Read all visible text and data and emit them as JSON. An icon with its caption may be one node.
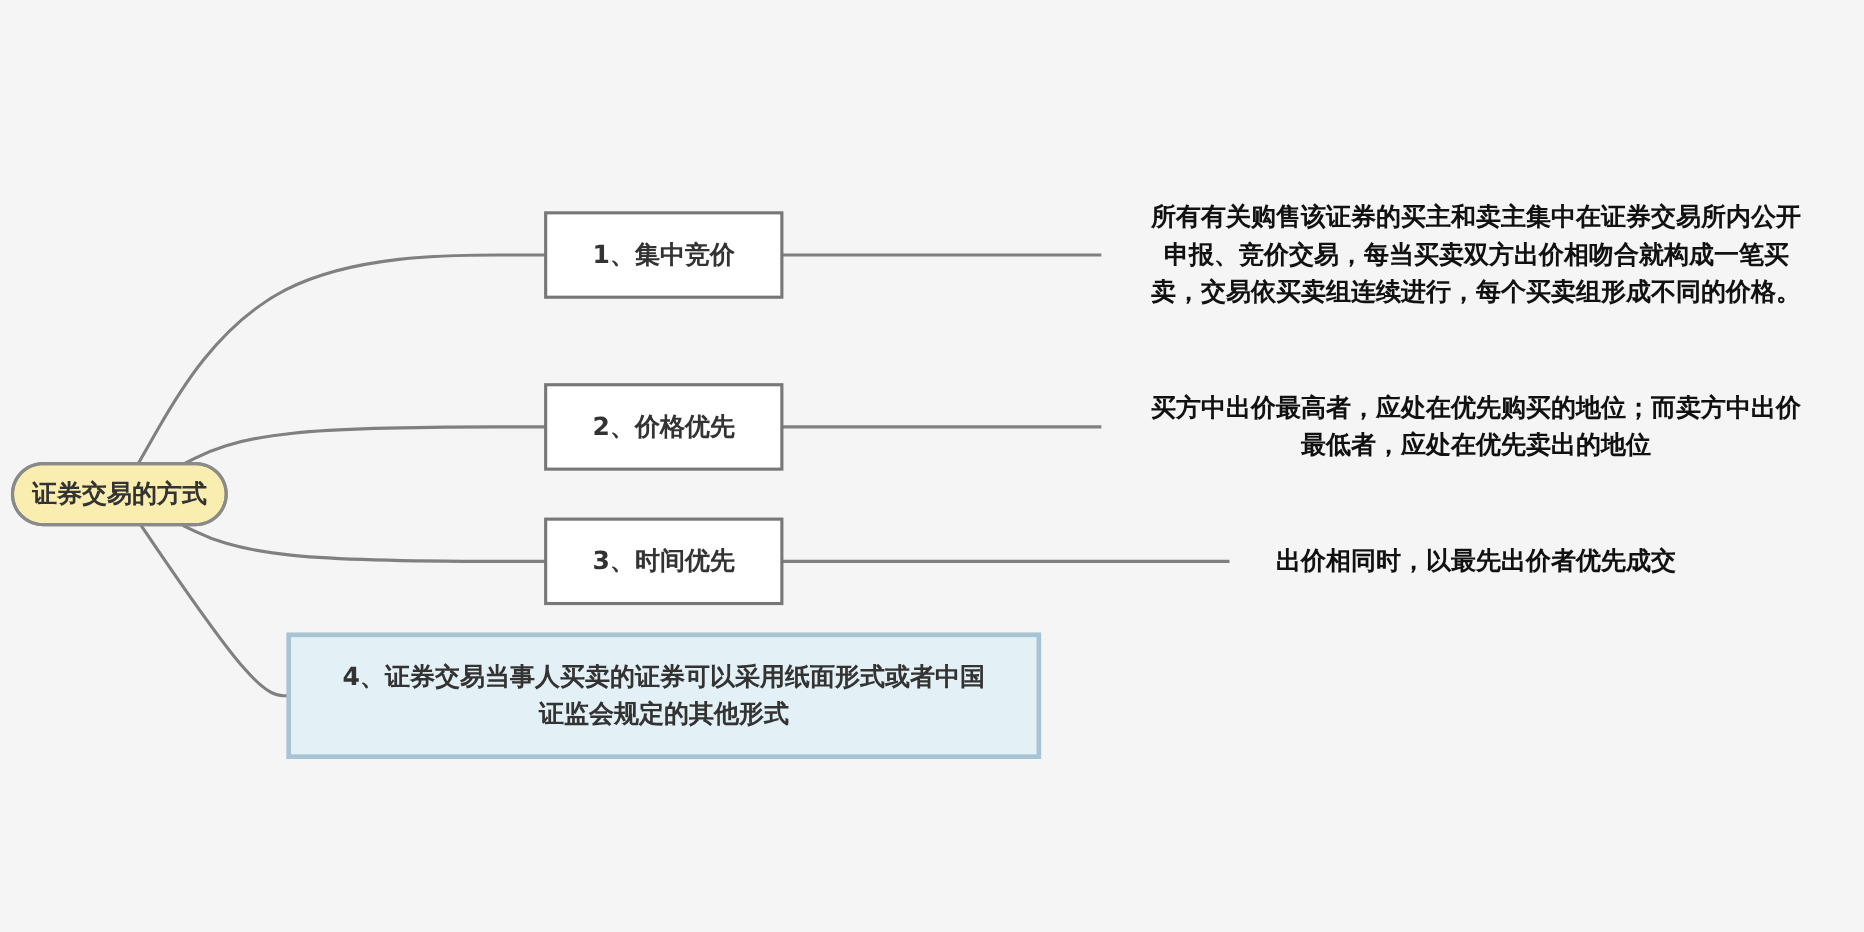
{
  "diagram": {
    "nodes": [
      {
        "text": [
          "证券交易的方式"
        ]
      },
      {
        "text": [
          "1、集中竞价"
        ]
      },
      {
        "text": [
          "2、价格优先"
        ]
      },
      {
        "text": [
          "3、时间优先"
        ]
      },
      {
        "text": [
          "4、证券交易当事人买卖的证券可以采用纸面形式或者中国证监会规定的其他形式"
        ]
      },
      {
        "text": [
          "所有有关购售该证券的买主和卖主集中在证券交易所内公开申报、竞价交易，每当买卖双方出价相吻合就构成一笔买卖，交易依买卖组连续进行，每个买卖组形成不同的价格。"
        ]
      },
      {
        "text": [
          "买方中出价最高者，应处在优先购买的地位；而卖方中出价最低者，应处在优先卖出的地位"
        ]
      },
      {
        "text": [
          "出价相同时，以最先出价者优先成交"
        ]
      }
    ],
    "edges": [
      {
        "from": 0,
        "to": 1,
        "arrow": "none"
      },
      {
        "from": 0,
        "to": 2,
        "arrow": "none"
      },
      {
        "from": 0,
        "to": 3,
        "arrow": "none"
      },
      {
        "from": 0,
        "to": 4,
        "arrow": "none"
      },
      {
        "from": 1,
        "to": 5,
        "arrow": "none"
      },
      {
        "from": 2,
        "to": 6,
        "arrow": "none"
      },
      {
        "from": 3,
        "to": 7,
        "arrow": "none"
      }
    ]
  }
}
